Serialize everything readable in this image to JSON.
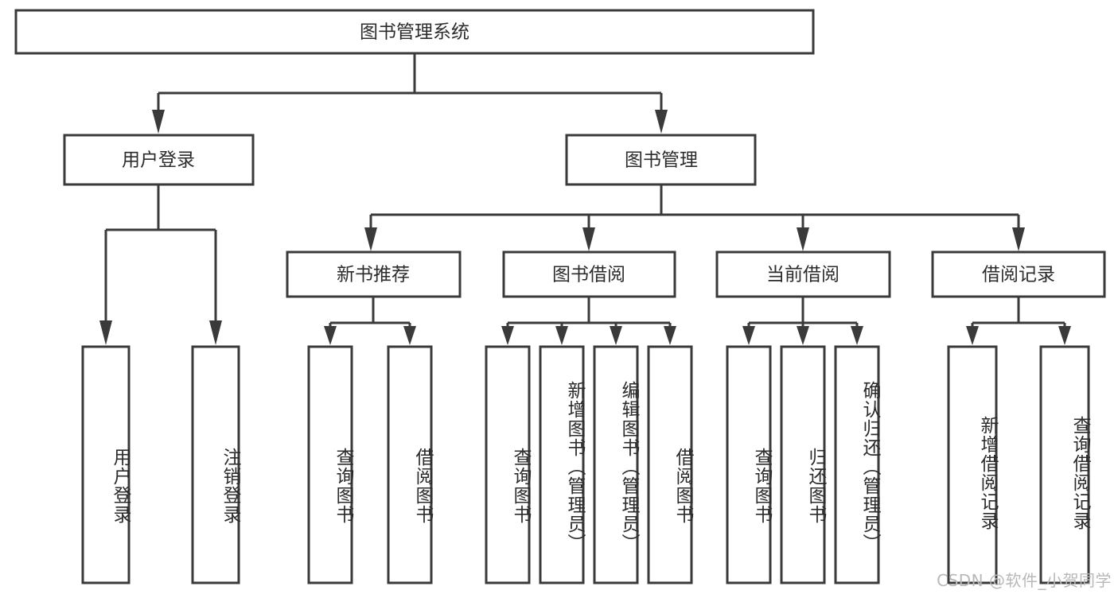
{
  "diagram": {
    "type": "tree-hierarchy",
    "title": "图书管理系统",
    "orientation": "top-down",
    "colors": {
      "background": "#ffffff",
      "box_stroke": "#3a3a3a",
      "box_fill": "#ffffff",
      "text": "#2b2b2b",
      "watermark": "#b8b8b8"
    },
    "levels": {
      "root": {
        "label": "图书管理系统"
      },
      "level2": [
        {
          "label": "用户登录"
        },
        {
          "label": "图书管理"
        }
      ],
      "level3": [
        {
          "label": "新书推荐",
          "parent": "图书管理"
        },
        {
          "label": "图书借阅",
          "parent": "图书管理"
        },
        {
          "label": "当前借阅",
          "parent": "图书管理"
        },
        {
          "label": "借阅记录",
          "parent": "图书管理"
        }
      ],
      "leaves": [
        {
          "label": "用户登录",
          "parent": "用户登录"
        },
        {
          "label": "注销登录",
          "parent": "用户登录"
        },
        {
          "label": "查询图书",
          "parent": "新书推荐"
        },
        {
          "label": "借阅图书",
          "parent": "新书推荐"
        },
        {
          "label": "查询图书",
          "parent": "图书借阅"
        },
        {
          "label": "新增图书（管理员）",
          "parent": "图书借阅"
        },
        {
          "label": "编辑图书（管理员）",
          "parent": "图书借阅"
        },
        {
          "label": "借阅图书",
          "parent": "图书借阅"
        },
        {
          "label": "查询图书",
          "parent": "当前借阅"
        },
        {
          "label": "归还图书",
          "parent": "当前借阅"
        },
        {
          "label": "确认归还（管理员）",
          "parent": "当前借阅"
        },
        {
          "label": "新增借阅记录",
          "parent": "借阅记录"
        },
        {
          "label": "查询借阅记录",
          "parent": "借阅记录"
        }
      ]
    },
    "watermark": "CSDN @软件_小贺同学"
  }
}
